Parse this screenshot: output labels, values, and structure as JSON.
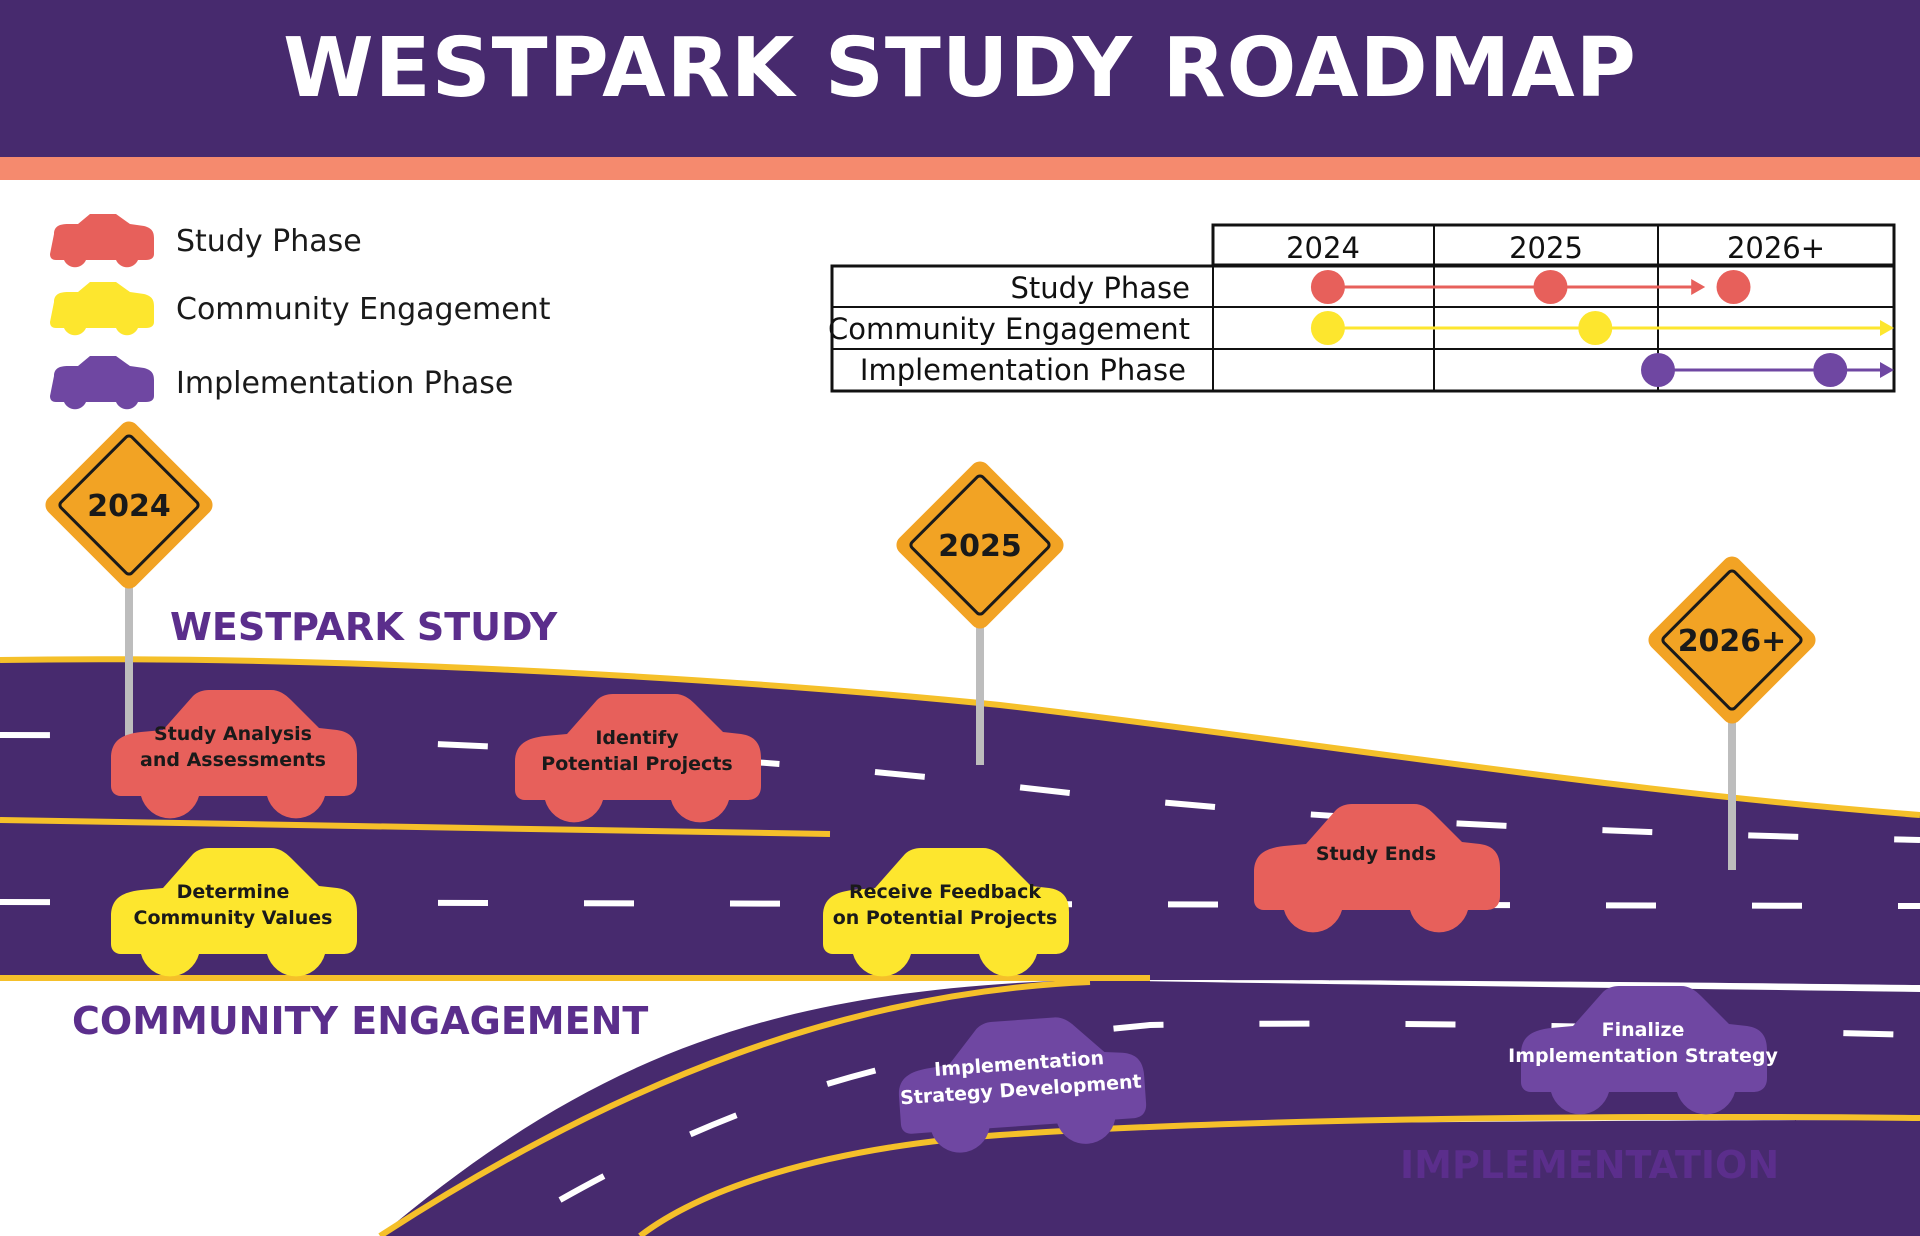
{
  "title": "WESTPARK STUDY ROADMAP",
  "colors": {
    "header": "#472a6e",
    "accent": "#f58a6e",
    "road": "#472a6e",
    "road_edge": "#f5c02a",
    "study": "#e7605b",
    "community": "#fde62e",
    "implementation": "#6f47a2",
    "sign": "#f2a324",
    "section_label": "#5b2e8c"
  },
  "legend": [
    {
      "label": "Study Phase",
      "color": "#e7605b",
      "icon": "car-icon"
    },
    {
      "label": "Community Engagement",
      "color": "#fde62e",
      "icon": "car-icon"
    },
    {
      "label": "Implementation Phase",
      "color": "#6f47a2",
      "icon": "car-icon"
    }
  ],
  "timeline_table": {
    "years": [
      "2024",
      "2025",
      "2026+"
    ],
    "rows": [
      {
        "label": "Study Phase",
        "color": "#e7605b",
        "start_year": 0.52,
        "end_year": 2.32,
        "arrow_end": 2.2,
        "markers": [
          0.52,
          1.52,
          2.32
        ]
      },
      {
        "label": "Community Engagement",
        "color": "#fde62e",
        "start_year": 0.52,
        "end_year": 3.0,
        "arrow_end": 3.0,
        "markers": [
          0.52,
          1.72
        ]
      },
      {
        "label": "Implementation Phase",
        "color": "#6f47a2",
        "start_year": 2.0,
        "end_year": 3.0,
        "arrow_end": 3.0,
        "markers": [
          2.0,
          2.73
        ]
      }
    ]
  },
  "signs": [
    "2024",
    "2025",
    "2026+"
  ],
  "section_labels": {
    "study": "WESTPARK STUDY",
    "community": "COMMUNITY ENGAGEMENT",
    "implementation": "IMPLEMENTATION"
  },
  "road_cars": [
    {
      "lines": [
        "Study Analysis",
        "and Assessments"
      ],
      "phase": "study"
    },
    {
      "lines": [
        "Identify",
        "Potential Projects"
      ],
      "phase": "study"
    },
    {
      "lines": [
        "Study Ends"
      ],
      "phase": "study"
    },
    {
      "lines": [
        "Determine",
        "Community Values"
      ],
      "phase": "community"
    },
    {
      "lines": [
        "Receive Feedback",
        "on Potential Projects"
      ],
      "phase": "community"
    },
    {
      "lines": [
        "Implementation",
        "Strategy Development"
      ],
      "phase": "implementation"
    },
    {
      "lines": [
        "Finalize",
        "Implementation Strategy"
      ],
      "phase": "implementation"
    }
  ]
}
